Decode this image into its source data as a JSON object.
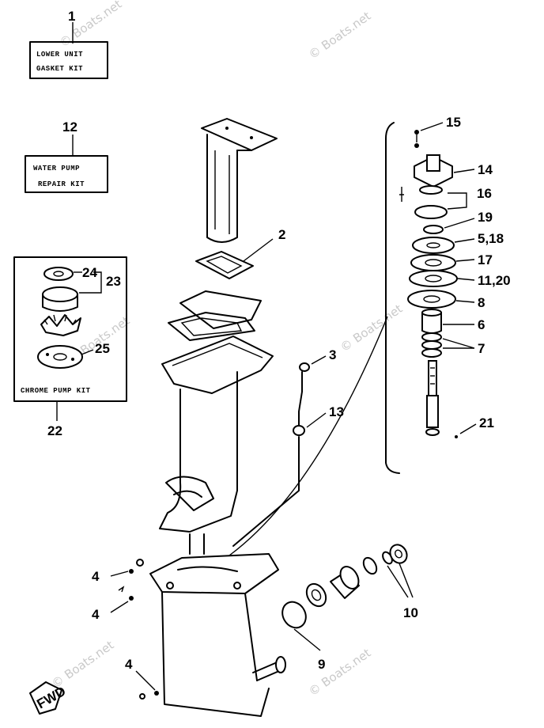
{
  "watermark": "© Boats.net",
  "kits": {
    "lower_unit": {
      "number": "1",
      "line1": "LOWER UNIT",
      "line2": "GASKET KIT"
    },
    "water_pump": {
      "number": "12",
      "line1": "WATER PUMP",
      "line2": "REPAIR KIT"
    },
    "chrome_pump": {
      "number": "22",
      "label": "CHROME PUMP KIT"
    }
  },
  "callouts": {
    "c2": "2",
    "c3": "3",
    "c4a": "4",
    "c4b": "4",
    "c4c": "4",
    "c6": "6",
    "c7": "7",
    "c8": "8",
    "c9": "9",
    "c10": "10",
    "c11_20": "11,20",
    "c13": "13",
    "c14": "14",
    "c15": "15",
    "c16": "16",
    "c17": "17",
    "c19": "19",
    "c21": "21",
    "c23": "23",
    "c24": "24",
    "c25": "25",
    "c5_18": "5,18"
  },
  "fwd_label": "FWD"
}
